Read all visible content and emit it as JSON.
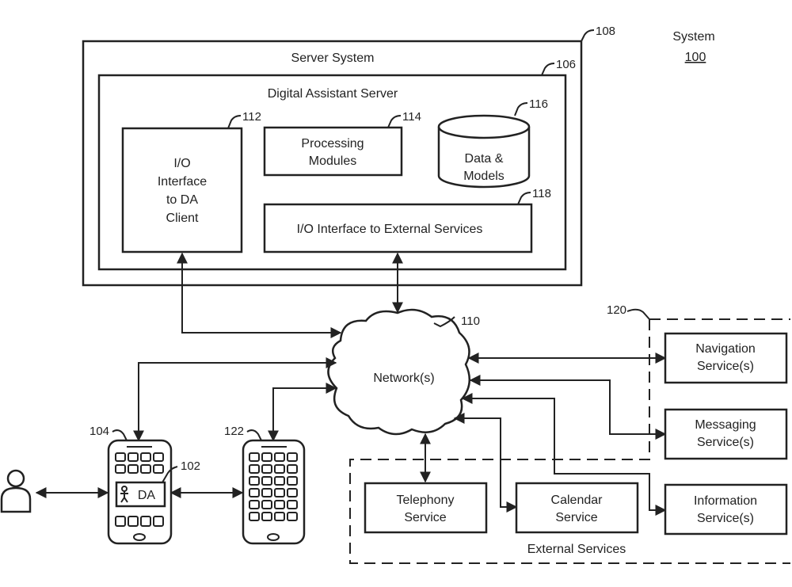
{
  "system": {
    "label": "System",
    "number": "100"
  },
  "server_system": {
    "title": "Server System",
    "ref": "108"
  },
  "da_server": {
    "title": "Digital Assistant Server",
    "ref": "106"
  },
  "io_da_client": {
    "lines": [
      "I/O",
      "Interface",
      "to DA",
      "Client"
    ],
    "ref": "112"
  },
  "processing_modules": {
    "lines": [
      "Processing",
      "Modules"
    ],
    "ref": "114"
  },
  "data_models": {
    "lines": [
      "Data &",
      "Models"
    ],
    "ref": "116"
  },
  "io_external": {
    "label": "I/O Interface to External Services",
    "ref": "118"
  },
  "network": {
    "label": "Network(s)",
    "ref": "110"
  },
  "group_ref": "120",
  "navigation": {
    "lines": [
      "Navigation",
      "Service(s)"
    ]
  },
  "messaging": {
    "lines": [
      "Messaging",
      "Service(s)"
    ]
  },
  "telephony": {
    "lines": [
      "Telephony",
      "Service"
    ]
  },
  "calendar": {
    "lines": [
      "Calendar",
      "Service"
    ]
  },
  "information": {
    "lines": [
      "Information",
      "Service(s)"
    ]
  },
  "external_services": {
    "label": "External Services"
  },
  "device_104": {
    "ref": "104",
    "da_label": "DA",
    "da_ref": "102"
  },
  "device_122": {
    "ref": "122"
  }
}
